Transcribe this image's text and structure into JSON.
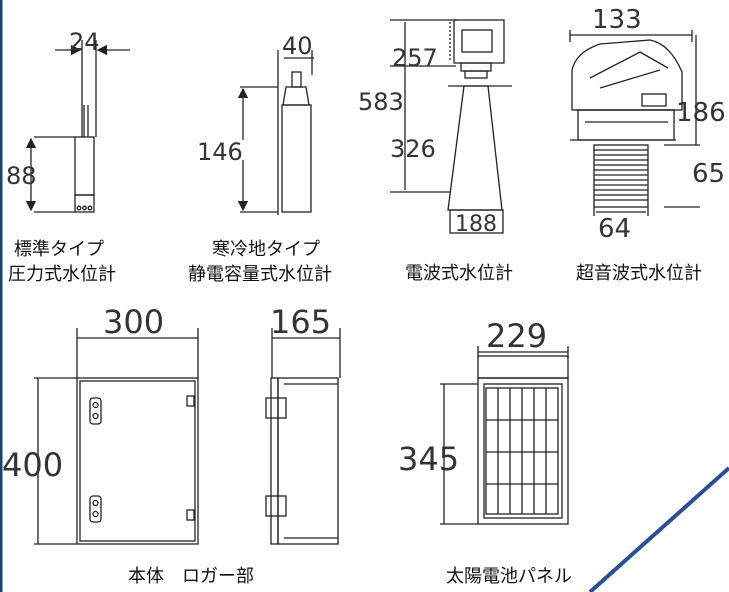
{
  "colors": {
    "line": "#222222",
    "frame": "#1f3f7a",
    "accent": "#2a4f96",
    "dim_text": "#333333"
  },
  "devices": {
    "pressure": {
      "dim_width": "24",
      "dim_height": "88",
      "caption_line1": "標準タイプ",
      "caption_line2": "圧力式水位計"
    },
    "capacitance": {
      "dim_width": "40",
      "dim_height": "146",
      "caption_line1": "寒冷地タイプ",
      "caption_line2": "静電容量式水位計"
    },
    "radar": {
      "dim_top": "257",
      "dim_total": "583",
      "dim_cone": "326",
      "dim_cone_width": "188",
      "caption": "電波式水位計"
    },
    "ultrasonic": {
      "dim_width": "133",
      "dim_head": "186",
      "dim_thread": "65",
      "dim_thread_width": "64",
      "caption": "超音波式水位計"
    },
    "logger": {
      "dim_width": "300",
      "dim_depth": "165",
      "dim_height": "400",
      "caption": "本体　ロガー部"
    },
    "solar": {
      "dim_width": "229",
      "dim_height": "345",
      "caption": "太陽電池パネル"
    }
  }
}
